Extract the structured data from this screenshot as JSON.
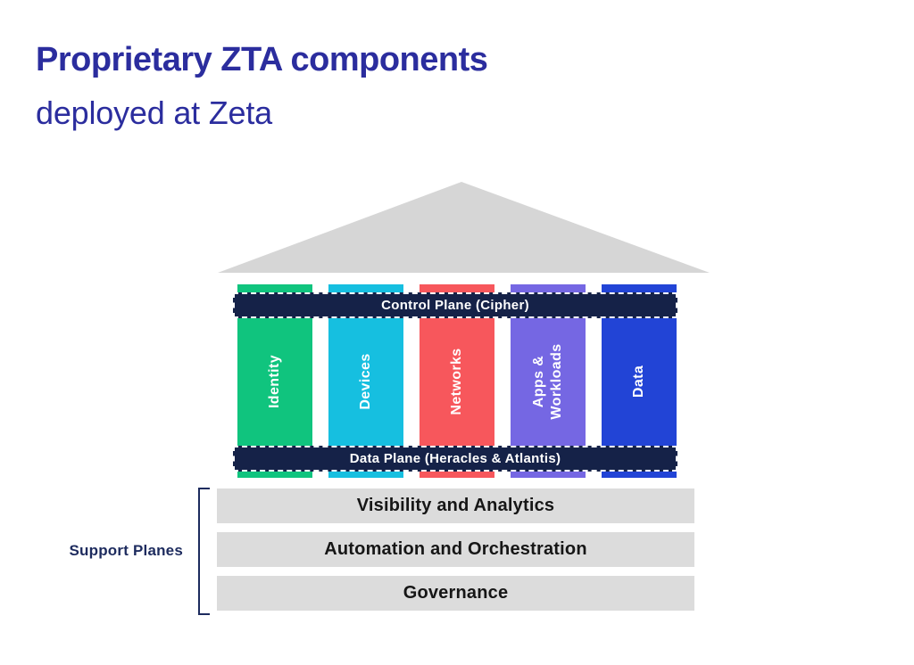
{
  "title": {
    "line1": "Proprietary ZTA components",
    "line2": "deployed at Zeta"
  },
  "colors": {
    "title": "#2b2d9e",
    "roof": "#d6d6d6",
    "plane_bar": "#152248",
    "plane_bar_border": "#ffffff",
    "support_bar": "#dcdcdc",
    "support_label": "#1d2b5e"
  },
  "control_plane_label": "Control Plane (Cipher)",
  "data_plane_label": "Data Plane (Heracles & Atlantis)",
  "pillars": [
    {
      "label": "Identity",
      "color": "#10c47e"
    },
    {
      "label": "Devices",
      "color": "#16bfe0"
    },
    {
      "label": "Networks",
      "color": "#f7575c"
    },
    {
      "label": "Apps &\nWorkloads",
      "color": "#7567e3"
    },
    {
      "label": "Data",
      "color": "#2244d6"
    }
  ],
  "support": {
    "label": "Support Planes",
    "bars": [
      {
        "label": "Visibility and Analytics"
      },
      {
        "label": "Automation and Orchestration"
      },
      {
        "label": "Governance"
      }
    ]
  }
}
